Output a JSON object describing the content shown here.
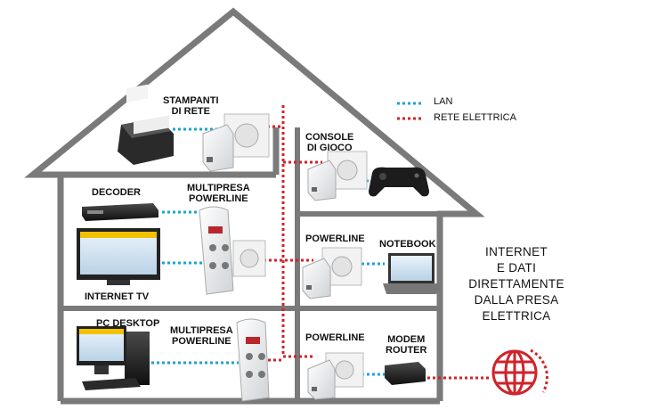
{
  "legend": {
    "lan": {
      "label": "LAN",
      "color": "#1aa3d9"
    },
    "power": {
      "label": "RETE ELETTRICA",
      "color": "#d0232a"
    }
  },
  "labels": {
    "stampanti": [
      "STAMPANTI",
      "DI RETE"
    ],
    "console": [
      "CONSOLE",
      "DI GIOCO"
    ],
    "decoder": "DECODER",
    "multipresa_top": [
      "MULTIPRESA",
      "POWERLINE"
    ],
    "powerline_mid": "POWERLINE",
    "notebook": "NOTEBOOK",
    "internet_tv": "INTERNET TV",
    "pc_desktop": "PC DESKTOP",
    "multipresa_bottom": [
      "MULTIPRESA",
      "POWERLINE"
    ],
    "powerline_bottom": "POWERLINE",
    "modem_router": [
      "MODEM",
      "ROUTER"
    ]
  },
  "headline": [
    "INTERNET",
    "E DATI",
    "DIRETTAMENTE",
    "DALLA PRESA",
    "ELETTRICA"
  ],
  "colors": {
    "house_outline": "#7a7a7a",
    "accent_red": "#d0232a",
    "lan_blue": "#1aa3d9"
  },
  "icons": [
    "printer-icon",
    "powerline-adapter-icon",
    "wall-socket-icon",
    "gamepad-icon",
    "decoder-icon",
    "power-strip-icon",
    "tv-icon",
    "notebook-icon",
    "desktop-pc-icon",
    "modem-router-icon",
    "globe-icon"
  ]
}
